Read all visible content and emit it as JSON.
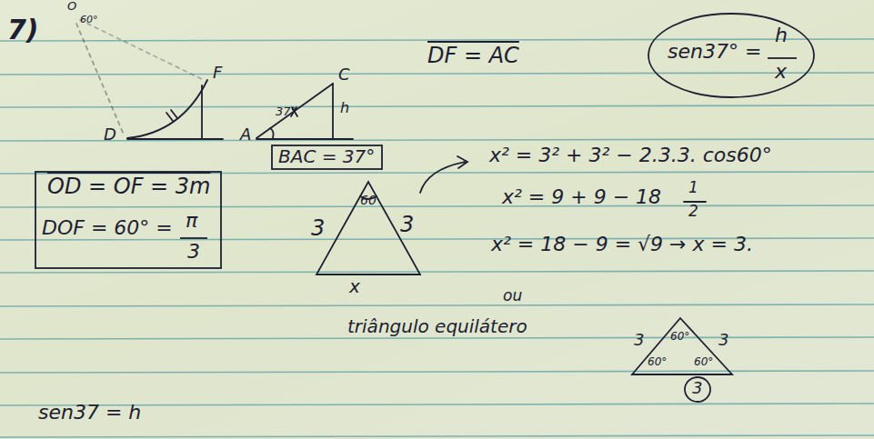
{
  "diagram": {
    "nodes": [
      {
        "text": [
          "sen37° =",
          "h",
          "x"
        ]
      },
      {
        "text": [
          "BAC = 37°"
        ]
      },
      {
        "text": [
          "OD = OF = 3m",
          "DOF = 60° =",
          "π",
          "3"
        ]
      },
      {
        "text": [
          "3"
        ]
      }
    ],
    "labels": [
      "7)",
      "O",
      "60°",
      "F",
      "D",
      "C",
      "A",
      "37°",
      "h",
      "DF = AC",
      "60",
      "3",
      "3",
      "x",
      "x² = 3² + 3² − 2.3.3. cos60°",
      "x² = 9 + 9 − 18",
      "1",
      "2",
      "x² = 18 − 9 = √9 → x = 3.",
      "ou",
      "triângulo equilátero",
      "3",
      "60°",
      "3",
      "60°",
      "60°",
      "sen37 = h"
    ]
  }
}
